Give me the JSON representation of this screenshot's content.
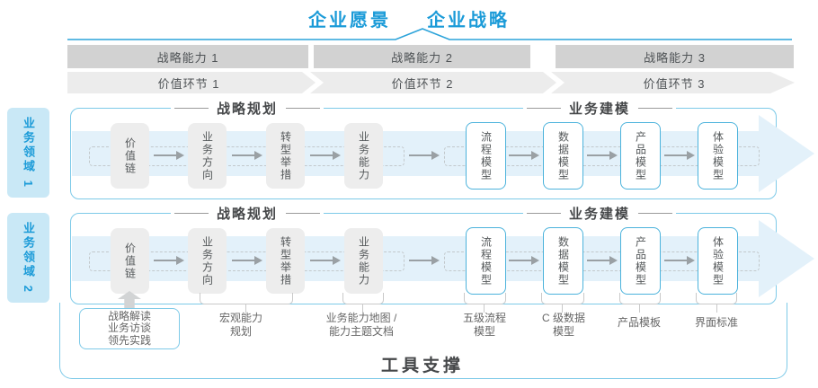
{
  "title": {
    "vision": "企业愿景",
    "strategy": "企业战略"
  },
  "capability_bar": {
    "items": [
      "战略能力 1",
      "战略能力 2",
      "战略能力 3"
    ]
  },
  "value_chain_bar": {
    "items": [
      "价值环节 1",
      "价值环节 2",
      "价值环节 3"
    ]
  },
  "domains": [
    {
      "label": "业务领域 1"
    },
    {
      "label": "业务领域 2"
    }
  ],
  "band": {
    "planning_header": "战略规划",
    "modeling_header": "业务建模",
    "gray_boxes": [
      "价值链",
      "业务方向",
      "转型举措",
      "业务能力"
    ],
    "blue_boxes": [
      "流程模型",
      "数据模型",
      "产品模型",
      "体验模型"
    ]
  },
  "annotations": [
    {
      "lines": [
        "战略解读",
        "业务访谈",
        "领先实践"
      ]
    },
    {
      "lines": [
        "宏观能力",
        "规划"
      ]
    },
    {
      "lines": [
        "业务能力地图 /",
        "能力主题文档"
      ]
    },
    {
      "lines": [
        "五级流程",
        "模型"
      ]
    },
    {
      "lines": [
        "C 级数据",
        "模型"
      ]
    },
    {
      "lines": [
        "产品模板"
      ]
    },
    {
      "lines": [
        "界面标准"
      ]
    }
  ],
  "tool_support": {
    "label": "工具支撑"
  },
  "colors": {
    "accent_blue": "#1b9bd8",
    "band_border": "#7ecae8",
    "box_border": "#4cb3dc",
    "light_arrow_fill": "#e3f1fa",
    "domain_fill": "#c9e8f6",
    "bar_gray": "#d2d2d2",
    "chevron_gray": "#ececec",
    "text_dark": "#454749",
    "text_gray": "#666666"
  }
}
